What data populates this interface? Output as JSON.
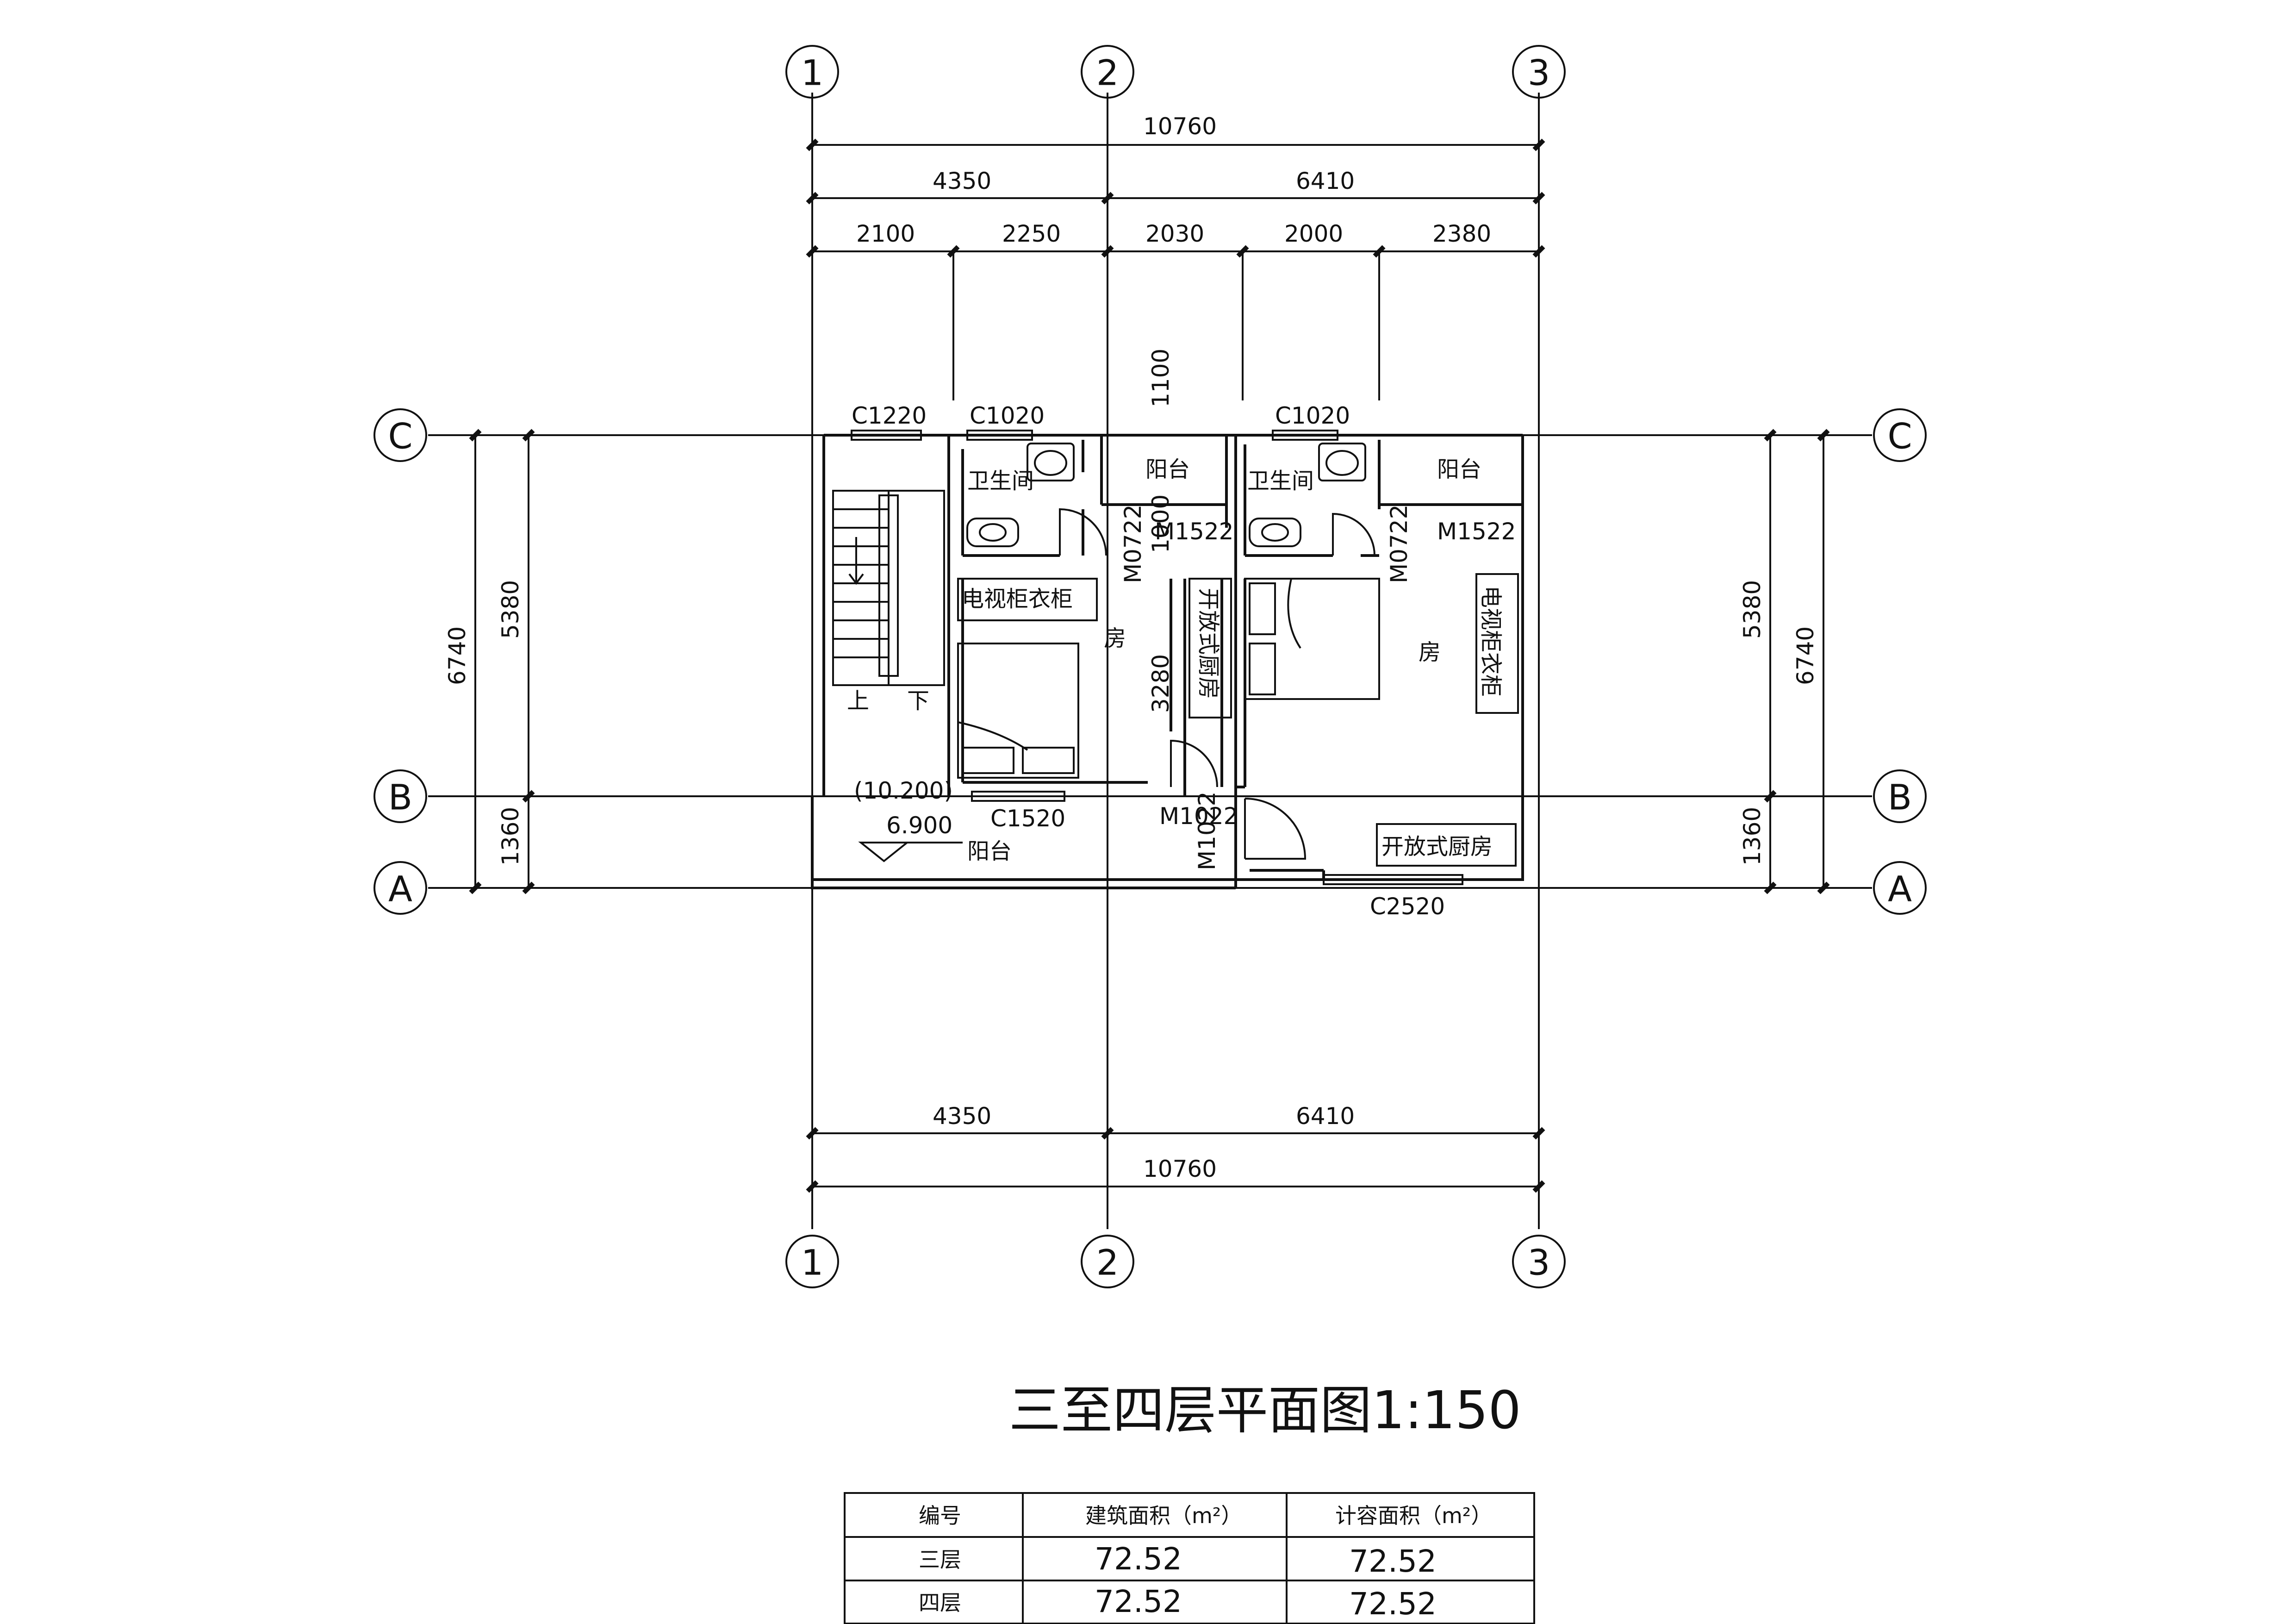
{
  "axes": {
    "vertical": [
      "1",
      "2",
      "3"
    ],
    "horizontal": [
      "C",
      "B",
      "A"
    ]
  },
  "dims": {
    "top_total": "10760",
    "top_mid": [
      "4350",
      "6410"
    ],
    "top_detail": [
      "2100",
      "2250",
      "2030",
      "2000",
      "2380"
    ],
    "bottom_mid": [
      "4350",
      "6410"
    ],
    "bottom_total": "10760",
    "left_outer": "6740",
    "left_inner": [
      "5380",
      "1360"
    ],
    "right_outer": "6740",
    "right_inner": [
      "5380",
      "1360"
    ],
    "interior_v": [
      "1100",
      "1000",
      "3280"
    ]
  },
  "labels": {
    "windows": [
      "C1220",
      "C1020",
      "C1020",
      "C1520",
      "C2520"
    ],
    "doors": [
      "M0722",
      "M1522",
      "M0722",
      "M1522",
      "M1022"
    ],
    "bath": "卫生间",
    "balcony": "阳台",
    "room": "房",
    "tv_wardrobe": "电视柜衣柜",
    "open_kitchen": "开放式厨房",
    "stair_up": "上",
    "stair_down": "下",
    "elev_upper": "(10.200)",
    "elev_lower": "6.900"
  },
  "title": "三至四层平面图1:150",
  "table": {
    "headers": [
      "编号",
      "建筑面积（m²）",
      "计容面积（m²）"
    ],
    "rows": [
      [
        "三层",
        "72.52",
        "72.52"
      ],
      [
        "四层",
        "72.52",
        "72.52"
      ]
    ]
  }
}
